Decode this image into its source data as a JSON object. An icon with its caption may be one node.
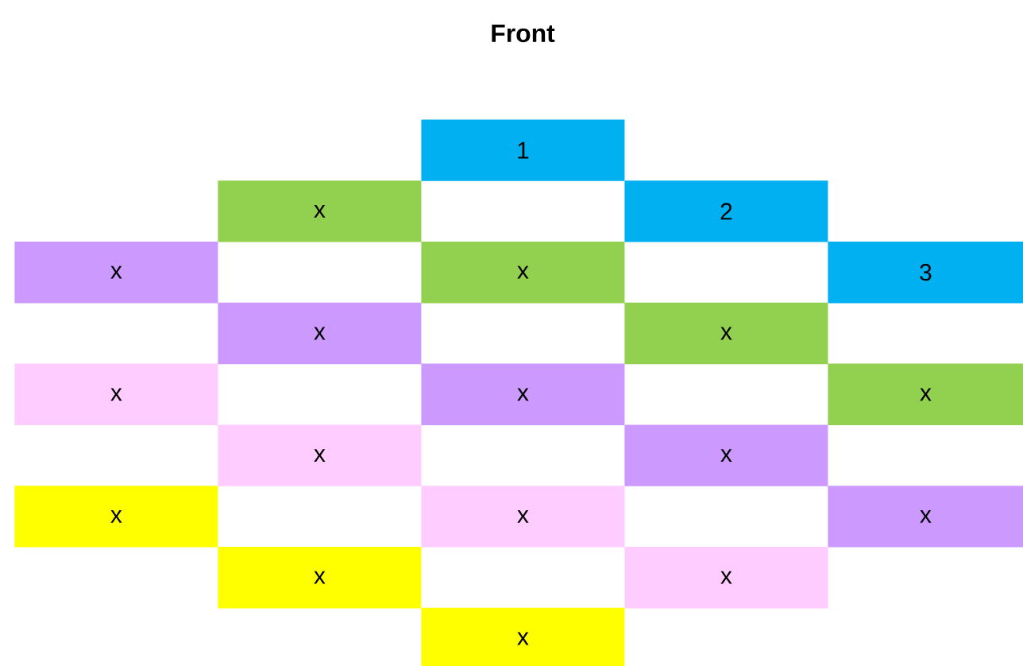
{
  "diagram": {
    "title": "Front",
    "nodes": [
      {
        "text": [
          "1"
        ]
      },
      {
        "text": [
          "x"
        ]
      },
      {
        "text": [
          "2"
        ]
      },
      {
        "text": [
          "x"
        ]
      },
      {
        "text": [
          "x"
        ]
      },
      {
        "text": [
          "3"
        ]
      },
      {
        "text": [
          "x"
        ]
      },
      {
        "text": [
          "x"
        ]
      },
      {
        "text": [
          "x"
        ]
      },
      {
        "text": [
          "x"
        ]
      },
      {
        "text": [
          "x"
        ]
      },
      {
        "text": [
          "x"
        ]
      },
      {
        "text": [
          "x"
        ]
      },
      {
        "text": [
          "x"
        ]
      },
      {
        "text": [
          "x"
        ]
      },
      {
        "text": [
          "x"
        ]
      },
      {
        "text": [
          "x"
        ]
      },
      {
        "text": [
          "x"
        ]
      },
      {
        "text": [
          "x"
        ]
      }
    ]
  }
}
